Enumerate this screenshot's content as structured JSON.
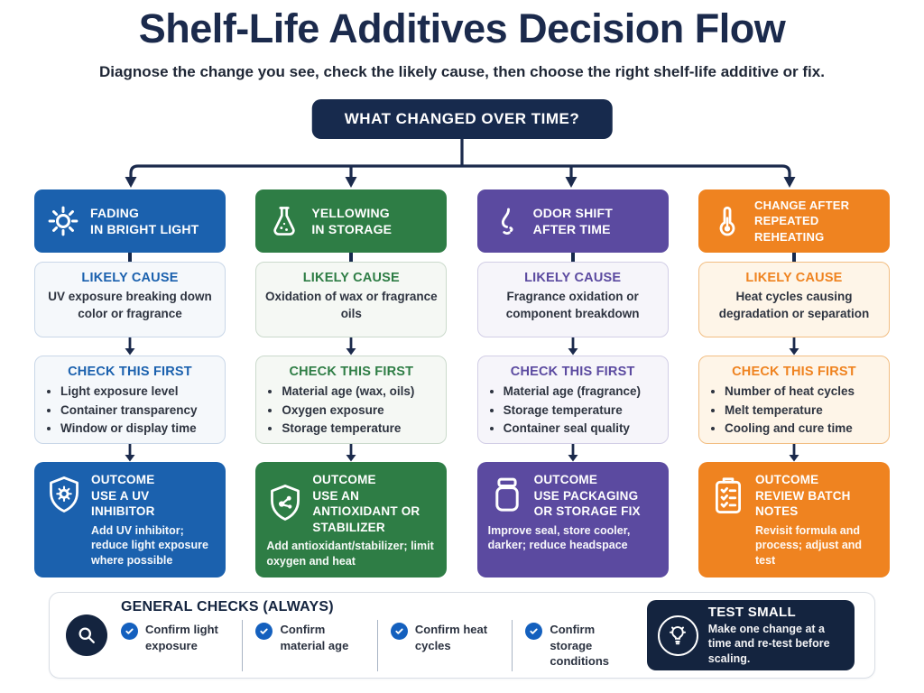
{
  "page": {
    "title": "Shelf-Life Additives Decision Flow",
    "subtitle": "Diagnose the change you see, check the likely cause, then choose the right shelf-life additive or fix.",
    "root_question": "WHAT CHANGED OVER TIME?"
  },
  "colors": {
    "navy": "#172A4D",
    "accent_blue": "#1B61AE",
    "accent_green": "#2E7D45",
    "accent_purple": "#5B4AA0",
    "accent_orange": "#EF8320",
    "check_blue": "#1460BE"
  },
  "columns": [
    {
      "icon": "sun-icon",
      "header_line1": "FADING",
      "header_line2": "IN BRIGHT LIGHT",
      "likely_cause_label": "LIKELY CAUSE",
      "likely_cause": "UV exposure breaking down color or fragrance",
      "check_label": "CHECK THIS FIRST",
      "checks": [
        "Light exposure level",
        "Container transparency",
        "Window or display time"
      ],
      "outcome_label": "OUTCOME",
      "outcome_icon": "shield-sun-icon",
      "outcome_title": "USE A UV INHIBITOR",
      "outcome_body": "Add UV inhibitor; reduce light exposure where possible"
    },
    {
      "icon": "flask-icon",
      "header_line1": "YELLOWING",
      "header_line2": "IN STORAGE",
      "likely_cause_label": "LIKELY CAUSE",
      "likely_cause": "Oxidation of wax or fragrance oils",
      "check_label": "CHECK THIS FIRST",
      "checks": [
        "Material age (wax, oils)",
        "Oxygen exposure",
        "Storage temperature"
      ],
      "outcome_label": "OUTCOME",
      "outcome_icon": "shield-molecule-icon",
      "outcome_title": "USE AN ANTIOXIDANT OR STABILIZER",
      "outcome_body": "Add antioxidant/stabilizer; limit oxygen and heat"
    },
    {
      "icon": "nose-icon",
      "header_line1": "ODOR SHIFT",
      "header_line2": "AFTER TIME",
      "likely_cause_label": "LIKELY CAUSE",
      "likely_cause": "Fragrance oxidation or component breakdown",
      "check_label": "CHECK THIS FIRST",
      "checks": [
        "Material age (fragrance)",
        "Storage temperature",
        "Container seal quality"
      ],
      "outcome_label": "OUTCOME",
      "outcome_icon": "jar-icon",
      "outcome_title": "USE PACKAGING OR STORAGE FIX",
      "outcome_body": "Improve seal, store cooler, darker; reduce headspace"
    },
    {
      "icon": "thermometer-icon",
      "header_line1": "CHANGE AFTER",
      "header_line2": "REPEATED REHEATING",
      "likely_cause_label": "LIKELY CAUSE",
      "likely_cause": "Heat cycles causing degradation or separation",
      "check_label": "CHECK THIS FIRST",
      "checks": [
        "Number of heat cycles",
        "Melt temperature",
        "Cooling and cure time"
      ],
      "outcome_label": "OUTCOME",
      "outcome_icon": "clipboard-checklist-icon",
      "outcome_title": "REVIEW BATCH NOTES",
      "outcome_body": "Revisit formula and process; adjust and test"
    }
  ],
  "footer": {
    "general": {
      "icon": "magnifier-icon",
      "title": "GENERAL CHECKS (ALWAYS)",
      "items": [
        "Confirm light exposure",
        "Confirm material age",
        "Confirm heat cycles",
        "Confirm storage conditions"
      ]
    },
    "test_small": {
      "icon": "lightbulb-icon",
      "title": "TEST SMALL",
      "body": "Make one change at a time and re-test before scaling."
    }
  }
}
